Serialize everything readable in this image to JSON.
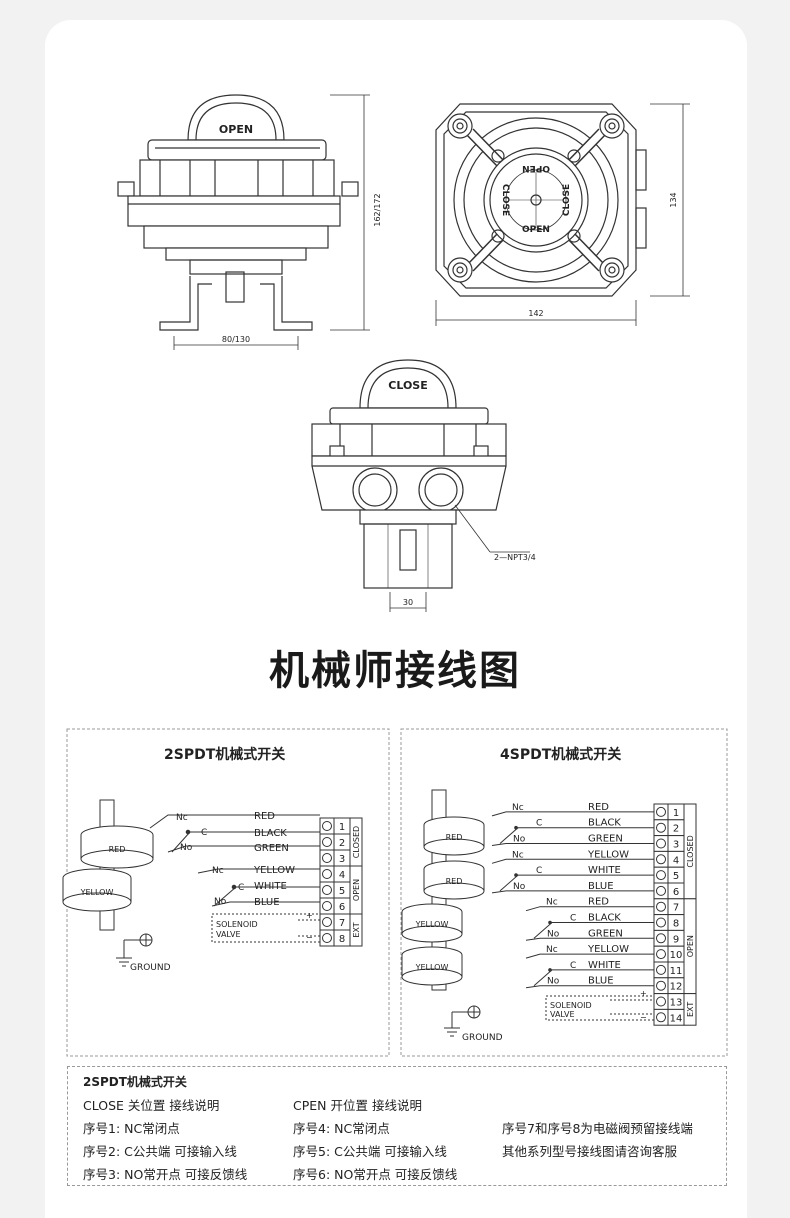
{
  "drawings": {
    "top_dome": "OPEN",
    "right_dial_open": "OPEN",
    "right_dial_close_left": "CLOSE",
    "right_dial_close_right": "CLOSE",
    "right_dial_bottom": "OPEN",
    "front_dome": "CLOSE",
    "dim_height": "162/172",
    "dim_base": "80/130",
    "dim_side": "134",
    "dim_width": "142",
    "dim_shaft": "30",
    "npt_label": "2—NPT3/4"
  },
  "heading": "机械师接线图",
  "left_panel": {
    "title": "2SPDT机械式开关",
    "cams": [
      "RED",
      "YELLOW"
    ],
    "ground": "GROUND",
    "switch1": [
      "Nc",
      "C",
      "No"
    ],
    "switch2": [
      "Nc",
      "C",
      "No"
    ],
    "wires": [
      "RED",
      "BLACK",
      "GREEN",
      "YELLOW",
      "WHITE",
      "BLUE"
    ],
    "terminals": [
      "1",
      "2",
      "3",
      "4",
      "5",
      "6",
      "7",
      "8"
    ],
    "groups": [
      "CLOSED",
      "OPEN",
      "EXT"
    ],
    "solenoid": [
      "SOLENOID",
      "VALVE"
    ],
    "plus": "+",
    "minus": "−"
  },
  "right_panel": {
    "title": "4SPDT机械式开关",
    "cams": [
      "RED",
      "RED",
      "YELLOW",
      "YELLOW"
    ],
    "ground": "GROUND",
    "contacts": [
      "Nc",
      "C",
      "No",
      "Nc",
      "C",
      "No",
      "Nc",
      "C",
      "No",
      "Nc",
      "C",
      "No"
    ],
    "wires": [
      "RED",
      "BLACK",
      "GREEN",
      "YELLOW",
      "WHITE",
      "BLUE",
      "RED",
      "BLACK",
      "GREEN",
      "YELLOW",
      "WHITE",
      "BLUE"
    ],
    "terminals": [
      "1",
      "2",
      "3",
      "4",
      "5",
      "6",
      "7",
      "8",
      "9",
      "10",
      "11",
      "12",
      "13",
      "14"
    ],
    "groups": [
      "CLOSED",
      "OPEN",
      "EXT"
    ],
    "solenoid": [
      "SOLENOID",
      "VALVE"
    ],
    "plus": "+",
    "minus": "−"
  },
  "notes": {
    "title": "2SPDT机械式开关",
    "col1": [
      "CLOSE 关位置 接线说明",
      "序号1: NC常闭点",
      "序号2: C公共端 可接输入线",
      "序号3: NO常开点 可接反馈线"
    ],
    "col2": [
      "CPEN 开位置 接线说明",
      "序号4: NC常闭点",
      "序号5: C公共端 可接输入线",
      "序号6: NO常开点 可接反馈线"
    ],
    "col3": [
      "序号7和序号8为电磁阀预留接线端",
      "其他系列型号接线图请咨询客服"
    ]
  }
}
